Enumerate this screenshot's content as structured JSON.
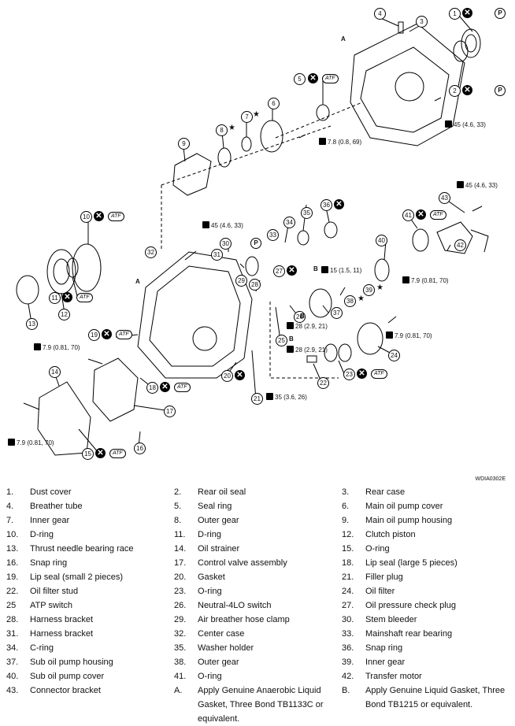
{
  "figure_id": "WDIA0302E",
  "callouts": [
    "1",
    "2",
    "3",
    "4",
    "5",
    "6",
    "7",
    "8",
    "9",
    "10",
    "11",
    "12",
    "13",
    "14",
    "15",
    "16",
    "17",
    "18",
    "19",
    "20",
    "21",
    "22",
    "23",
    "24",
    "25",
    "26",
    "27",
    "28",
    "29",
    "30",
    "31",
    "32",
    "33",
    "34",
    "35",
    "36",
    "37",
    "38",
    "39",
    "40",
    "41",
    "42",
    "43"
  ],
  "marks": {
    "atf": "ATF",
    "p": "P",
    "star": "★",
    "a": "A",
    "b": "B"
  },
  "torques": {
    "t45a": "45 (4.6, 33)",
    "t78": "7.8 (0.8, 69)",
    "t45b": "45 (4.6, 33)",
    "t45c": "45 (4.6, 33)",
    "t15": "15 (1.5, 11)",
    "t79a": "7.9 (0.81, 70)",
    "t28a": "28 (2.9, 21)",
    "t79b": "7.9 (0.81, 70)",
    "t28b": "28 (2.9, 21)",
    "t79c": "7.9 (0.81, 70)",
    "t35": "35 (3.6, 26)",
    "t79d": "7.9 (0.81, 70)"
  },
  "legend": [
    [
      {
        "n": "1.",
        "t": "Dust cover"
      },
      {
        "n": "2.",
        "t": "Rear oil seal"
      },
      {
        "n": "3.",
        "t": "Rear case"
      }
    ],
    [
      {
        "n": "4.",
        "t": "Breather tube"
      },
      {
        "n": "5.",
        "t": "Seal ring"
      },
      {
        "n": "6.",
        "t": "Main oil pump cover"
      }
    ],
    [
      {
        "n": "7.",
        "t": "Inner gear"
      },
      {
        "n": "8.",
        "t": "Outer gear"
      },
      {
        "n": "9.",
        "t": "Main oil pump housing"
      }
    ],
    [
      {
        "n": "10.",
        "t": "D-ring"
      },
      {
        "n": "11.",
        "t": "D-ring"
      },
      {
        "n": "12.",
        "t": "Clutch piston"
      }
    ],
    [
      {
        "n": "13.",
        "t": "Thrust needle bearing race"
      },
      {
        "n": "14.",
        "t": "Oil strainer"
      },
      {
        "n": "15.",
        "t": "O-ring"
      }
    ],
    [
      {
        "n": "16.",
        "t": "Snap ring"
      },
      {
        "n": "17.",
        "t": "Control valve assembly"
      },
      {
        "n": "18.",
        "t": "Lip seal (large 5 pieces)"
      }
    ],
    [
      {
        "n": "19.",
        "t": "Lip seal (small 2 pieces)"
      },
      {
        "n": "20.",
        "t": "Gasket"
      },
      {
        "n": "21.",
        "t": "Filler plug"
      }
    ],
    [
      {
        "n": "22.",
        "t": "Oil filter stud"
      },
      {
        "n": "23.",
        "t": "O-ring"
      },
      {
        "n": "24.",
        "t": "Oil filter"
      }
    ],
    [
      {
        "n": "25",
        "t": "ATP switch"
      },
      {
        "n": "26.",
        "t": "Neutral-4LO switch"
      },
      {
        "n": "27.",
        "t": "Oil pressure check plug"
      }
    ],
    [
      {
        "n": "28.",
        "t": "Harness bracket"
      },
      {
        "n": "29.",
        "t": "Air breather hose clamp"
      },
      {
        "n": "30.",
        "t": "Stem bleeder"
      }
    ],
    [
      {
        "n": "31.",
        "t": "Harness bracket"
      },
      {
        "n": "32.",
        "t": "Center case"
      },
      {
        "n": "33.",
        "t": "Mainshaft rear bearing"
      }
    ],
    [
      {
        "n": "34.",
        "t": "C-ring"
      },
      {
        "n": "35.",
        "t": "Washer holder"
      },
      {
        "n": "36.",
        "t": "Snap ring"
      }
    ],
    [
      {
        "n": "37.",
        "t": "Sub oil pump housing"
      },
      {
        "n": "38.",
        "t": "Outer gear"
      },
      {
        "n": "39.",
        "t": "Inner gear"
      }
    ],
    [
      {
        "n": "40.",
        "t": "Sub oil pump cover"
      },
      {
        "n": "41.",
        "t": "O-ring"
      },
      {
        "n": "42.",
        "t": "Transfer motor"
      }
    ],
    [
      {
        "n": "43.",
        "t": "Connector bracket"
      },
      {
        "n": "A.",
        "t": "Apply Genuine Anaerobic Liquid Gasket, Three Bond TB1133C or equivalent."
      },
      {
        "n": "B.",
        "t": "Apply Genuine Liquid Gasket, Three Bond TB1215 or equivalent."
      }
    ]
  ]
}
